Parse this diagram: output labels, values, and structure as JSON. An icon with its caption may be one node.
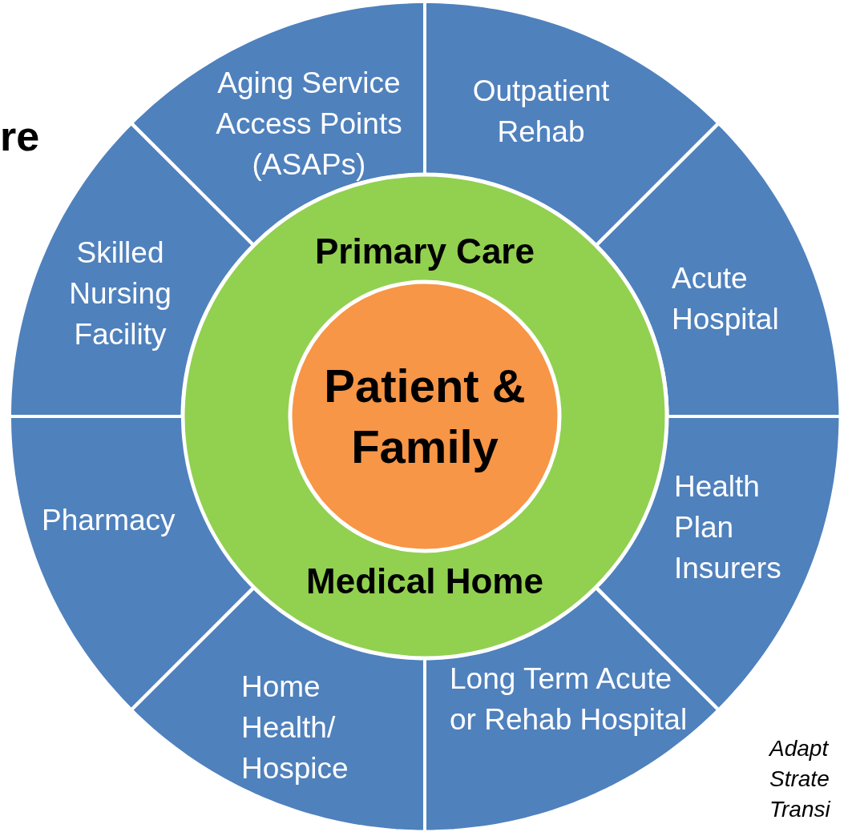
{
  "diagram": {
    "nodes": [
      {
        "text": [
          "Aging Service Access Points (ASAPs)"
        ]
      },
      {
        "text": [
          "Outpatient Rehab"
        ]
      },
      {
        "text": [
          "Skilled Nursing Facility"
        ]
      },
      {
        "text": [
          "Acute Hospital"
        ]
      },
      {
        "text": [
          "Primary Care",
          "Medical Home"
        ]
      },
      {
        "text": [
          "Patient & Family"
        ],
        "in": 4
      },
      {
        "text": [
          "Pharmacy"
        ]
      },
      {
        "text": [
          "Health Plan Insurers"
        ]
      },
      {
        "text": [
          "Home Health/ Hospice"
        ]
      },
      {
        "text": [
          "Long Term Acute or Rehab Hospital"
        ]
      }
    ],
    "edges": [],
    "labels": [
      "re",
      "Adapt Strate Transi"
    ]
  }
}
